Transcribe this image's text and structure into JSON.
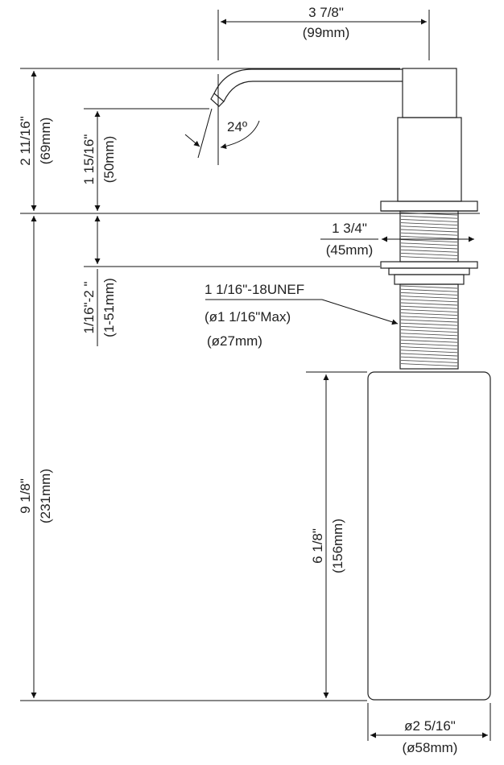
{
  "dimensions": {
    "spout_reach_in": "3 7/8\"",
    "spout_reach_mm": "(99mm)",
    "spout_height_in": "2 11/16\"",
    "spout_height_mm": "(69mm)",
    "spout_clearance_in": "1 15/16\"",
    "spout_clearance_mm": "(50mm)",
    "spout_angle": "24º",
    "flange_width_in": "1 3/4\"",
    "flange_width_mm": "(45mm)",
    "counter_thickness_in": "1/16\"-2 \"",
    "counter_thickness_mm": "(1-51mm)",
    "thread_spec": "1 1/16\"-18UNEF",
    "thread_max_dia": "(ø1 1/16\"Max)",
    "thread_dia_mm": "(ø27mm)",
    "total_below_in": "9 1/8\"",
    "total_below_mm": "(231mm)",
    "bottle_height_in": "6 1/8\"",
    "bottle_height_mm": "(156mm)",
    "bottle_dia_in": "ø2 5/16\"",
    "bottle_dia_mm": "(ø58mm)"
  }
}
